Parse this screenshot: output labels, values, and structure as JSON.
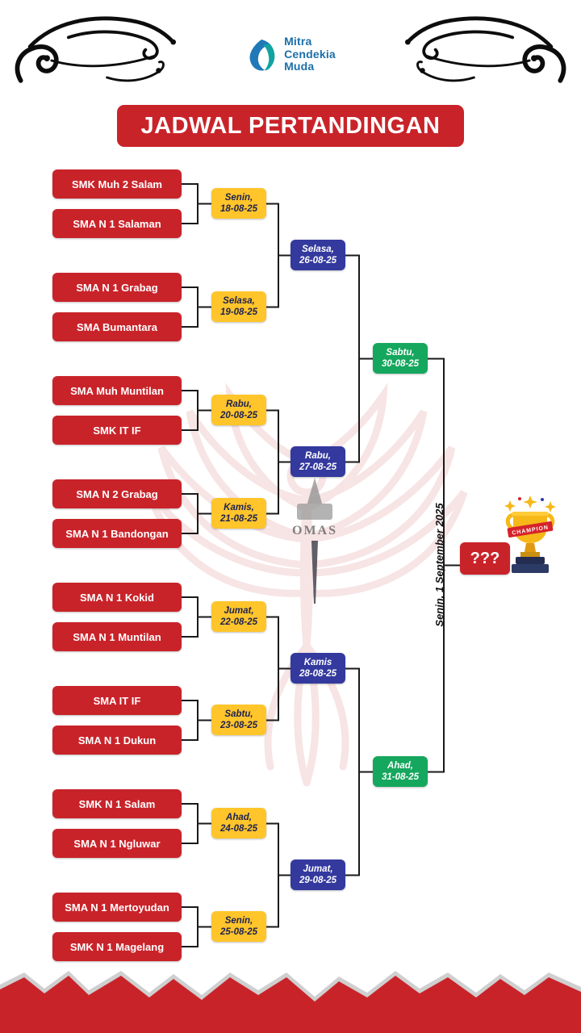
{
  "header": {
    "logo": {
      "lines": [
        "Mitra",
        "Cendekia",
        "Muda"
      ]
    },
    "title": "JADWAL PERTANDINGAN"
  },
  "bracket": {
    "teams": [
      "SMK Muh 2 Salam",
      "SMA N 1 Salaman",
      "SMA N 1 Grabag",
      "SMA Bumantara",
      "SMA Muh Muntilan",
      "SMK IT IF",
      "SMA N 2 Grabag",
      "SMA N 1 Bandongan",
      "SMA N 1 Kokid",
      "SMA N 1 Muntilan",
      "SMA IT IF",
      "SMA N 1 Dukun",
      "SMK N 1 Salam",
      "SMA N 1 Ngluwar",
      "SMA N 1 Mertoyudan",
      "SMK N 1 Magelang"
    ],
    "round1": [
      {
        "day": "Senin,",
        "date": "18-08-25"
      },
      {
        "day": "Selasa,",
        "date": "19-08-25"
      },
      {
        "day": "Rabu,",
        "date": "20-08-25"
      },
      {
        "day": "Kamis,",
        "date": "21-08-25"
      },
      {
        "day": "Jumat,",
        "date": "22-08-25"
      },
      {
        "day": "Sabtu,",
        "date": "23-08-25"
      },
      {
        "day": "Ahad,",
        "date": "24-08-25"
      },
      {
        "day": "Senin,",
        "date": "25-08-25"
      }
    ],
    "quarterfinals": [
      {
        "day": "Selasa,",
        "date": "26-08-25"
      },
      {
        "day": "Rabu,",
        "date": "27-08-25"
      },
      {
        "day": "Kamis",
        "date": "28-08-25"
      },
      {
        "day": "Jumat,",
        "date": "29-08-25"
      }
    ],
    "semifinals": [
      {
        "day": "Sabtu,",
        "date": "30-08-25"
      },
      {
        "day": "Ahad,",
        "date": "31-08-25"
      }
    ],
    "final": {
      "date_text": "Senin, 1 September 2025",
      "winner_label": "???"
    }
  },
  "trophy": {
    "ribbon_label": "CHAMPION"
  },
  "watermark": {
    "emblem_text": "OMAS"
  },
  "colors": {
    "red": "#C9232A",
    "yellow": "#FFC52B",
    "blue": "#34399E",
    "green": "#15A75D"
  }
}
